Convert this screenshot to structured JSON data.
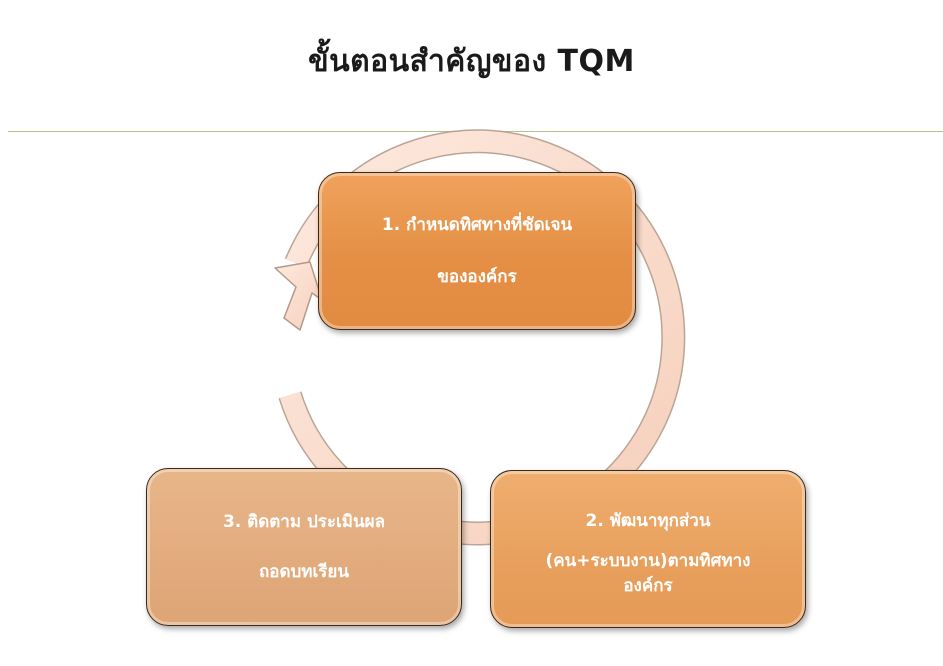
{
  "title": "ขั้นตอนสำคัญของ TQM",
  "steps": [
    {
      "line1": "1. กำหนดทิศทางที่ชัดเจน",
      "line2": "ขององค์กร"
    },
    {
      "line1": "2. พัฒนาทุกส่วน",
      "line2": "(คน+ระบบงาน)ตามทิศทาง",
      "line3": "องค์กร"
    },
    {
      "line1": "3. ติดตาม ประเมินผล",
      "line2": "ถอดบทเรียน"
    }
  ],
  "colors": {
    "step1": "#e48f45",
    "step2": "#e89f5c",
    "step3": "#e2ab7d",
    "arrow_fill": "#fbe3d6",
    "divider": "#b8c08a"
  }
}
